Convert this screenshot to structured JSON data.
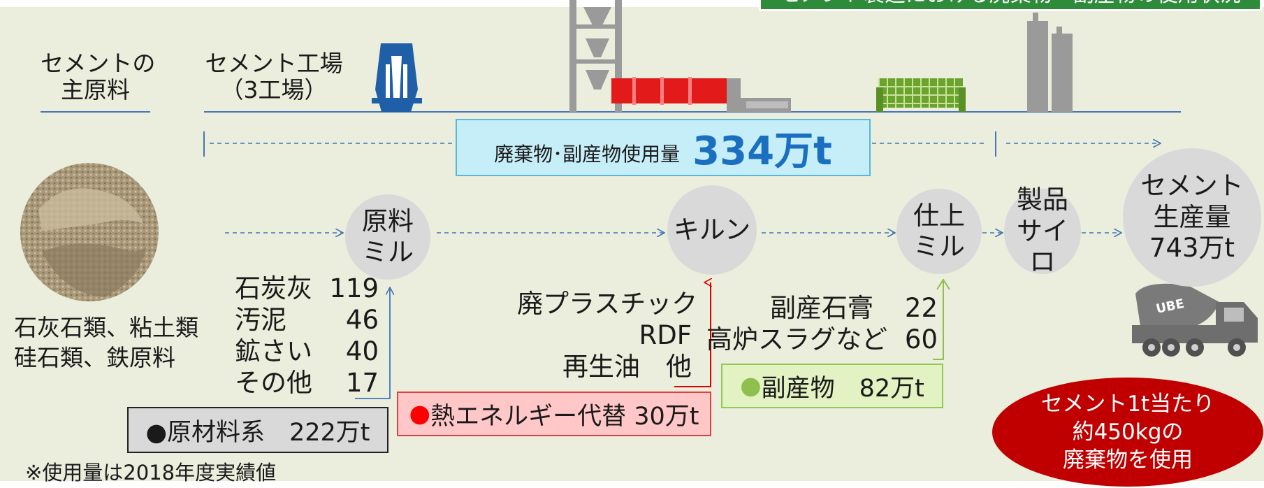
{
  "header_banner": {
    "text": "セメント製造における廃棄物・副産物の使用状況",
    "color": "#2e8b3a"
  },
  "headers": {
    "raw_material_line1": "セメントの",
    "raw_material_line2": "主原料",
    "plant_line1": "セメント工場",
    "plant_line2": "（3工場）"
  },
  "total": {
    "label": "廃棄物･副産物使用量",
    "value": "334万t"
  },
  "process": {
    "raw_mill_line1": "原料",
    "raw_mill_line2": "ミル",
    "kiln": "キルン",
    "finish_mill_line1": "仕上",
    "finish_mill_line2": "ミル",
    "silo_line1": "製品",
    "silo_line2": "サイロ",
    "output_line1": "セメント",
    "output_line2": "生産量",
    "output_line3": "743万t"
  },
  "raw_materials": {
    "line1": "石灰石類、粘土類",
    "line2": "硅石類、鉄原料"
  },
  "raw_material_inputs": {
    "items": [
      {
        "name": "石炭灰",
        "value": "119"
      },
      {
        "name": "汚泥",
        "value": "46"
      },
      {
        "name": "鉱さい",
        "value": "40"
      },
      {
        "name": "その他",
        "value": "17"
      }
    ],
    "box_label": "●原材料系　222万t",
    "color": "#d9d9d9"
  },
  "thermal_inputs": {
    "items": [
      "廃プラスチック",
      "RDF",
      "再生油　他"
    ],
    "box_label": "熱エネルギー代替 30万t",
    "bullet": "●",
    "color": "#ff0000"
  },
  "byproduct_inputs": {
    "items": [
      {
        "name": "副産石膏",
        "value": "22"
      },
      {
        "name": "高炉スラグなど",
        "value": "60"
      }
    ],
    "box_label": "副産物　82万t",
    "bullet": "●",
    "color": "#92c857"
  },
  "callout": {
    "line1": "セメント1t当たり",
    "line2": "約450kgの",
    "line3": "廃棄物を使用",
    "color": "#c00000"
  },
  "footnote": "※使用量は2018年度実績値",
  "icons": [
    "limestone-photo",
    "preheater-icon",
    "rotary-kiln-icon",
    "finish-mill-icon",
    "silo-icon",
    "mixer-truck-icon"
  ]
}
